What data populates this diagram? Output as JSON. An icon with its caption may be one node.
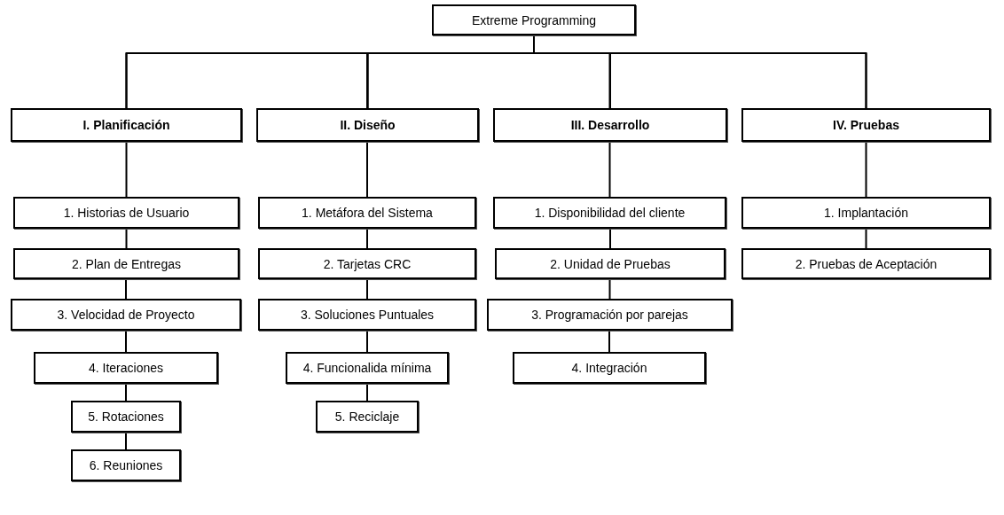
{
  "diagram": {
    "nodes": [
      {
        "text": [
          "Extreme Programming"
        ]
      },
      {
        "text": [
          "I. Planificación"
        ]
      },
      {
        "text": [
          "1. Historias de Usuario"
        ]
      },
      {
        "text": [
          "2. Plan de Entregas"
        ]
      },
      {
        "text": [
          "3. Velocidad de Proyecto"
        ]
      },
      {
        "text": [
          "4. Iteraciones"
        ]
      },
      {
        "text": [
          "5. Rotaciones"
        ]
      },
      {
        "text": [
          "6. Reuniones"
        ]
      },
      {
        "text": [
          "II. Diseño"
        ]
      },
      {
        "text": [
          "1. Metáfora del Sistema"
        ]
      },
      {
        "text": [
          "2. Tarjetas CRC"
        ]
      },
      {
        "text": [
          "3. Soluciones Puntuales"
        ]
      },
      {
        "text": [
          "4. Funcionalida mínima"
        ]
      },
      {
        "text": [
          "5. Reciclaje"
        ]
      },
      {
        "text": [
          "III. Desarrollo"
        ]
      },
      {
        "text": [
          "1. Disponibilidad del cliente"
        ]
      },
      {
        "text": [
          "2. Unidad de Pruebas"
        ]
      },
      {
        "text": [
          "3. Programación por parejas"
        ]
      },
      {
        "text": [
          "4. Integración"
        ]
      },
      {
        "text": [
          "IV. Pruebas"
        ]
      },
      {
        "text": [
          "1. Implantación"
        ]
      },
      {
        "text": [
          "2. Pruebas de Aceptación"
        ]
      }
    ],
    "edges": [
      {
        "from": 0,
        "to": 1,
        "arrow": "none"
      },
      {
        "from": 0,
        "to": 8,
        "arrow": "none"
      },
      {
        "from": 0,
        "to": 14,
        "arrow": "none"
      },
      {
        "from": 0,
        "to": 19,
        "arrow": "none"
      },
      {
        "from": 1,
        "to": 2,
        "arrow": "none"
      },
      {
        "from": 2,
        "to": 3,
        "arrow": "none"
      },
      {
        "from": 3,
        "to": 4,
        "arrow": "none"
      },
      {
        "from": 4,
        "to": 5,
        "arrow": "none"
      },
      {
        "from": 5,
        "to": 6,
        "arrow": "none"
      },
      {
        "from": 6,
        "to": 7,
        "arrow": "none"
      },
      {
        "from": 8,
        "to": 9,
        "arrow": "none"
      },
      {
        "from": 9,
        "to": 10,
        "arrow": "none"
      },
      {
        "from": 10,
        "to": 11,
        "arrow": "none"
      },
      {
        "from": 11,
        "to": 12,
        "arrow": "none"
      },
      {
        "from": 12,
        "to": 13,
        "arrow": "none"
      },
      {
        "from": 14,
        "to": 15,
        "arrow": "none"
      },
      {
        "from": 15,
        "to": 16,
        "arrow": "none"
      },
      {
        "from": 16,
        "to": 17,
        "arrow": "none"
      },
      {
        "from": 17,
        "to": 18,
        "arrow": "none"
      },
      {
        "from": 19,
        "to": 20,
        "arrow": "none"
      },
      {
        "from": 20,
        "to": 21,
        "arrow": "none"
      }
    ]
  }
}
